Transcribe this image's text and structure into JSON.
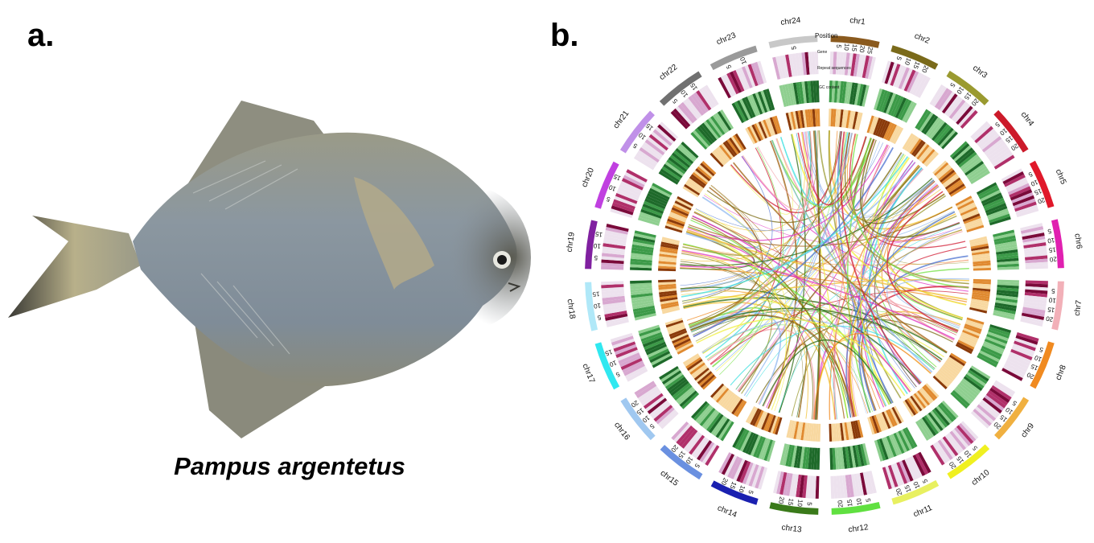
{
  "panels": {
    "a_label": "a.",
    "b_label": "b."
  },
  "fish": {
    "species_name": "Pampus argentetus",
    "body_color": "#8f9aa3",
    "fin_color": "#b9b08a"
  },
  "circos": {
    "track_labels": {
      "position": "Position",
      "gene": "Gene",
      "repeat": "Repeat sequences",
      "gc": "GC content"
    },
    "chromosomes": [
      {
        "name": "chr1",
        "ticks": [
          "5",
          "10",
          "15",
          "20",
          "25"
        ],
        "color": "#8a5a1e"
      },
      {
        "name": "chr2",
        "ticks": [
          "5",
          "10",
          "15",
          "20"
        ],
        "color": "#7a6a1a"
      },
      {
        "name": "chr3",
        "ticks": [
          "5",
          "10",
          "15",
          "20"
        ],
        "color": "#9a9a30"
      },
      {
        "name": "chr4",
        "ticks": [
          "5",
          "10",
          "15",
          "20"
        ],
        "color": "#cc1a2a"
      },
      {
        "name": "chr5",
        "ticks": [
          "5",
          "10",
          "15",
          "20"
        ],
        "color": "#e0182a"
      },
      {
        "name": "chr6",
        "ticks": [
          "5",
          "10",
          "15",
          "20"
        ],
        "color": "#e020b0"
      },
      {
        "name": "chr7",
        "ticks": [
          "5",
          "10",
          "15",
          "20"
        ],
        "color": "#f2b0b8"
      },
      {
        "name": "chr8",
        "ticks": [
          "5",
          "10",
          "15",
          "20"
        ],
        "color": "#f08a20"
      },
      {
        "name": "chr9",
        "ticks": [
          "5",
          "10",
          "15",
          "20"
        ],
        "color": "#f0b040"
      },
      {
        "name": "chr10",
        "ticks": [
          "5",
          "10",
          "15",
          "20"
        ],
        "color": "#f0f020"
      },
      {
        "name": "chr11",
        "ticks": [
          "5",
          "10",
          "15",
          "20"
        ],
        "color": "#e8f060"
      },
      {
        "name": "chr12",
        "ticks": [
          "5",
          "10",
          "15",
          "20"
        ],
        "color": "#60e040"
      },
      {
        "name": "chr13",
        "ticks": [
          "5",
          "10",
          "15",
          "20"
        ],
        "color": "#3a7a1a"
      },
      {
        "name": "chr14",
        "ticks": [
          "5",
          "10",
          "15",
          "20"
        ],
        "color": "#1a20b0"
      },
      {
        "name": "chr15",
        "ticks": [
          "5",
          "10",
          "15",
          "20"
        ],
        "color": "#6a90e0"
      },
      {
        "name": "chr16",
        "ticks": [
          "5",
          "10",
          "15",
          "20"
        ],
        "color": "#a0c8f0"
      },
      {
        "name": "chr17",
        "ticks": [
          "5",
          "10",
          "15"
        ],
        "color": "#30e8f0"
      },
      {
        "name": "chr18",
        "ticks": [
          "5",
          "10",
          "15"
        ],
        "color": "#b0e8f8"
      },
      {
        "name": "chr19",
        "ticks": [
          "5",
          "10",
          "15"
        ],
        "color": "#8020a0"
      },
      {
        "name": "chr20",
        "ticks": [
          "5",
          "10",
          "15"
        ],
        "color": "#c040e0"
      },
      {
        "name": "chr21",
        "ticks": [
          "5",
          "10",
          "15"
        ],
        "color": "#c090e8"
      },
      {
        "name": "chr22",
        "ticks": [
          "5",
          "10",
          "15"
        ],
        "color": "#707070"
      },
      {
        "name": "chr23",
        "ticks": [
          "5",
          "10"
        ],
        "color": "#9a9a9a"
      },
      {
        "name": "chr24",
        "ticks": [
          "5"
        ],
        "color": "#c8c8c8"
      }
    ],
    "link_colors": [
      "#7a6a10",
      "#9a9a30",
      "#e030c0",
      "#d01830",
      "#f2a0a8",
      "#f08a20",
      "#f0c030",
      "#f0f040",
      "#70e040",
      "#2a6a10",
      "#4a70d0",
      "#90b8f0",
      "#40e0e0",
      "#a06010"
    ]
  }
}
